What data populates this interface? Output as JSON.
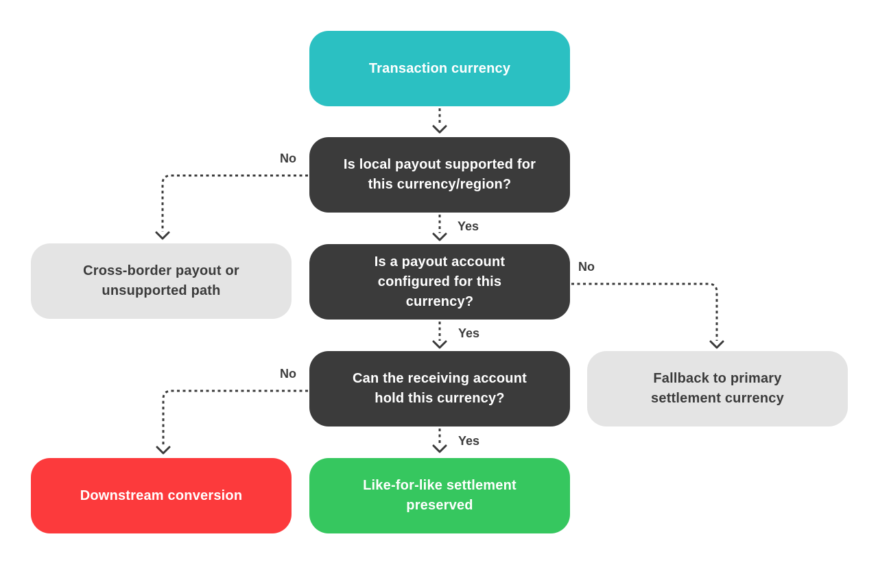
{
  "colors": {
    "teal": "#2BC0C2",
    "dark": "#3B3B3B",
    "gray": "#E4E4E4",
    "red": "#FC3A3C",
    "green": "#36C75F",
    "connector": "#3B3B3B",
    "background": "#FFFFFF"
  },
  "nodes": {
    "start": {
      "lines": [
        "Transaction currency"
      ]
    },
    "q_local_payout": {
      "lines": [
        "Is local payout supported for",
        "this currency/region?"
      ]
    },
    "cross_border": {
      "lines": [
        "Cross-border payout or",
        "unsupported path"
      ]
    },
    "q_payout_account": {
      "lines": [
        "Is a payout account",
        "configured for this",
        "currency?"
      ]
    },
    "fallback": {
      "lines": [
        "Fallback to primary",
        "settlement currency"
      ]
    },
    "q_receiving_account": {
      "lines": [
        "Can the receiving account",
        "hold this currency?"
      ]
    },
    "downstream": {
      "lines": [
        "Downstream conversion"
      ]
    },
    "like_for_like": {
      "lines": [
        "Like-for-like settlement",
        "preserved"
      ]
    }
  },
  "edge_labels": {
    "no_local_payout": "No",
    "yes_local_payout": "Yes",
    "no_payout_account": "No",
    "yes_payout_account": "Yes",
    "no_receiving_account": "No",
    "yes_receiving_account": "Yes"
  }
}
